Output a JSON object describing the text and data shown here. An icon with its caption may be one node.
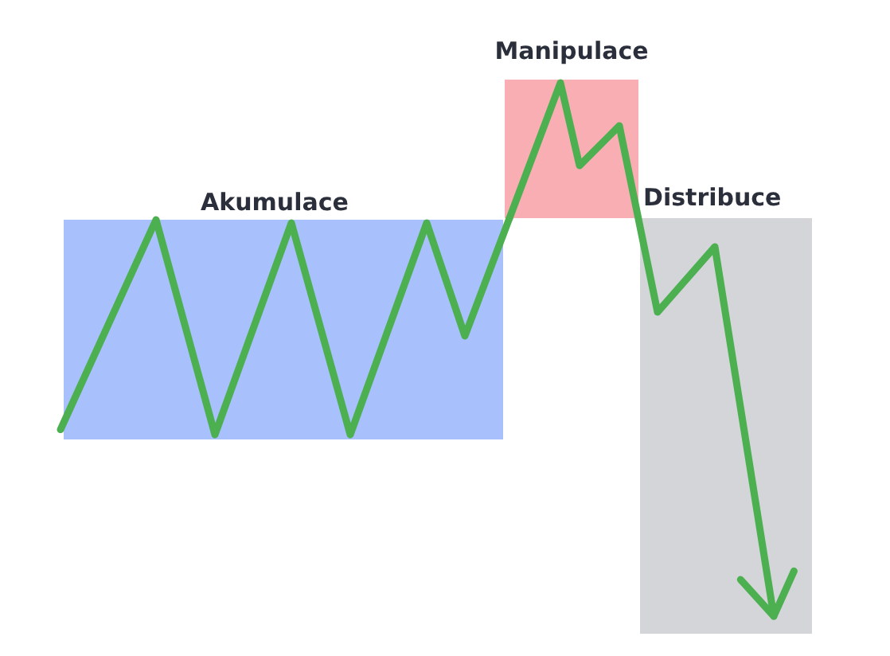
{
  "diagram": {
    "nodes": [
      {
        "text": [
          "Akumulace"
        ]
      },
      {
        "text": [
          "Manipulace"
        ]
      },
      {
        "text": [
          "Distribuce"
        ]
      }
    ],
    "edges": [
      {
        "from": 0,
        "to": 1,
        "arrow": "none"
      },
      {
        "from": 1,
        "to": 2,
        "arrow": "to"
      }
    ]
  }
}
